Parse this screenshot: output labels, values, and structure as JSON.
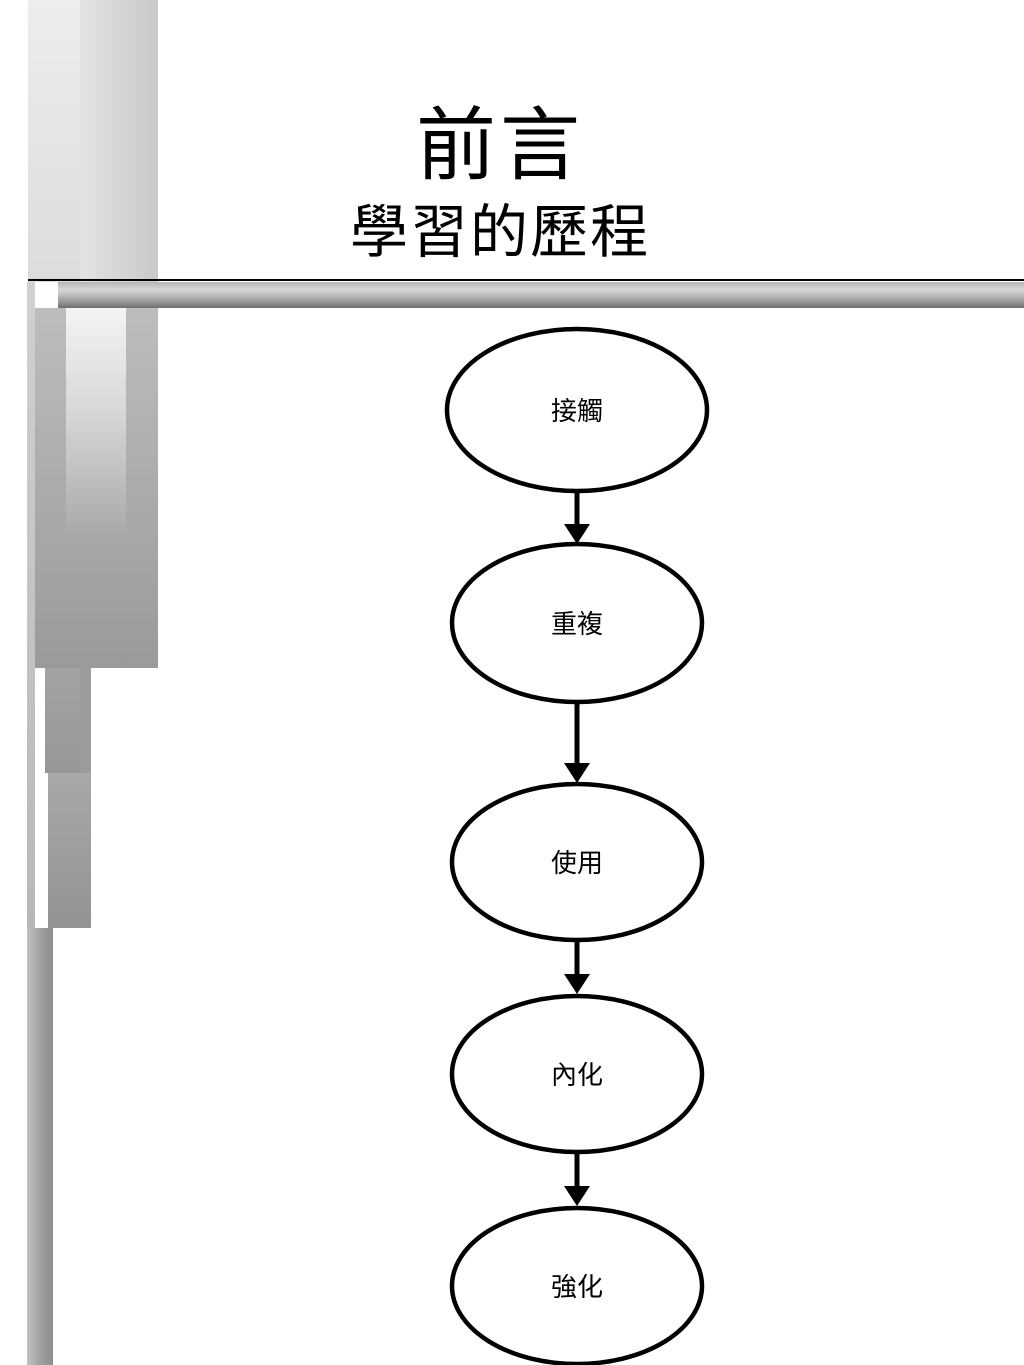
{
  "slide": {
    "title": "前言",
    "subtitle": "學習的歷程"
  },
  "flow": {
    "nodes": [
      {
        "id": "contact",
        "label": "接觸"
      },
      {
        "id": "repeat",
        "label": "重複"
      },
      {
        "id": "use",
        "label": "使用"
      },
      {
        "id": "internalize",
        "label": "內化"
      },
      {
        "id": "reinforce",
        "label": "強化"
      }
    ],
    "edges": [
      {
        "from": "contact",
        "to": "repeat"
      },
      {
        "from": "repeat",
        "to": "use"
      },
      {
        "from": "use",
        "to": "internalize"
      },
      {
        "from": "internalize",
        "to": "reinforce"
      }
    ]
  },
  "colors": {
    "stroke": "#000000",
    "background": "#ffffff",
    "decor_light": "#e6e6e6",
    "decor_mid": "#b0b0b0",
    "decor_dark": "#8a8a8a"
  }
}
